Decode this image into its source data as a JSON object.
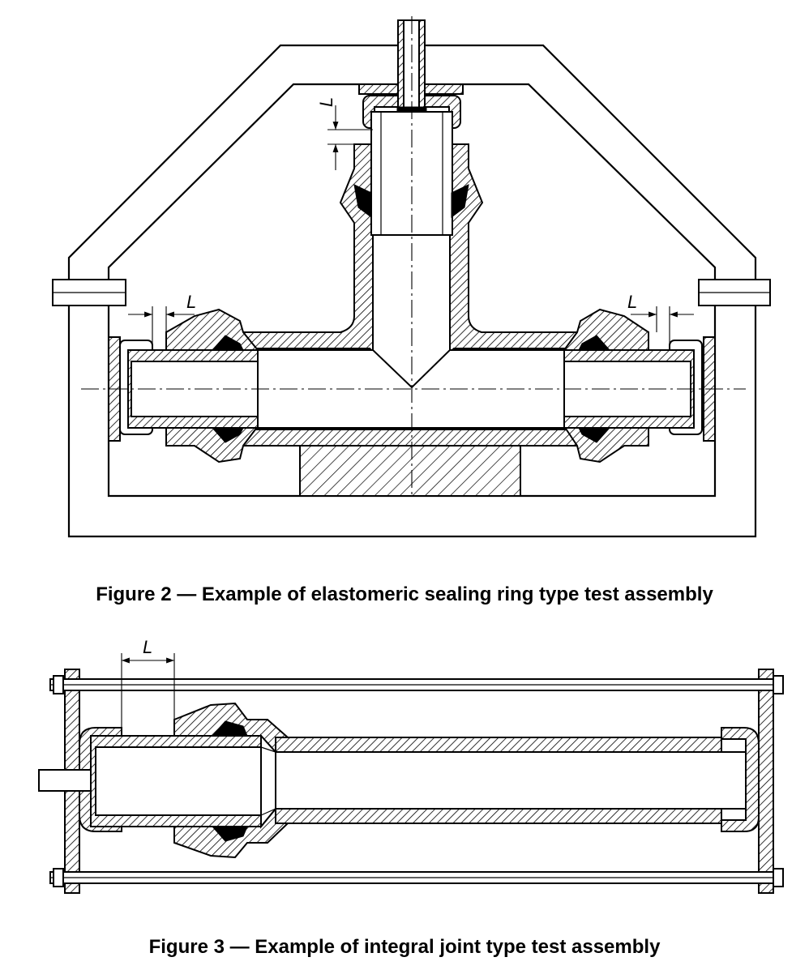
{
  "figure2": {
    "caption": "Figure 2 — Example of elastomeric sealing ring type test assembly",
    "dimension_label": "L"
  },
  "figure3": {
    "caption": "Figure 3 — Example of integral joint type test assembly",
    "dimension_label": "L"
  }
}
